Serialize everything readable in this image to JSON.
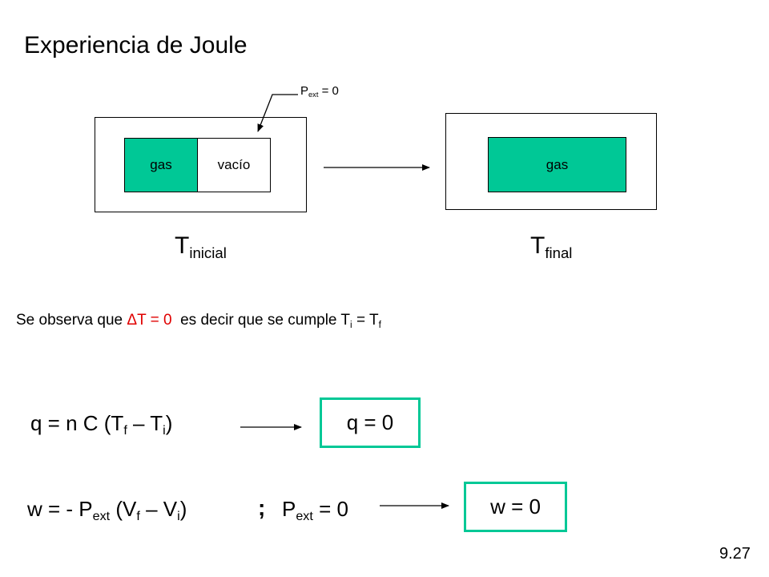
{
  "title": "Experiencia de Joule",
  "pext_label": {
    "base": "P",
    "sub": "ext",
    "rest": " = 0"
  },
  "initial_state": {
    "gas_label": "gas",
    "vacuum_label": "vacío",
    "temp_base": "T",
    "temp_sub": "inicial"
  },
  "final_state": {
    "gas_label": "gas",
    "temp_base": "T",
    "temp_sub": "final"
  },
  "observation": {
    "prefix": "Se observa que ",
    "highlight": "ΔT = 0",
    "middle": "  es decir que se cumple T",
    "sub_i": "i",
    "eq": " = T",
    "sub_f": "f"
  },
  "heat_equation": {
    "lhs": "q = n C (T",
    "sub_f": "f",
    "mid": " – T",
    "sub_i": "i",
    "rhs": ")",
    "result": "q = 0"
  },
  "work_equation": {
    "lhs": "w = - P",
    "sub_ext": "ext",
    "mid1": " (V",
    "sub_f": "f",
    "mid2": " – V",
    "sub_i": "i",
    "rhs": ")",
    "separator": ";",
    "cond_base": "P",
    "cond_sub": "ext",
    "cond_rest": " = 0",
    "result": "w = 0"
  },
  "slide_number": "9.27",
  "colors": {
    "gas_fill": "#00c896",
    "highlight_text": "#e00000",
    "result_border": "#00c896"
  }
}
